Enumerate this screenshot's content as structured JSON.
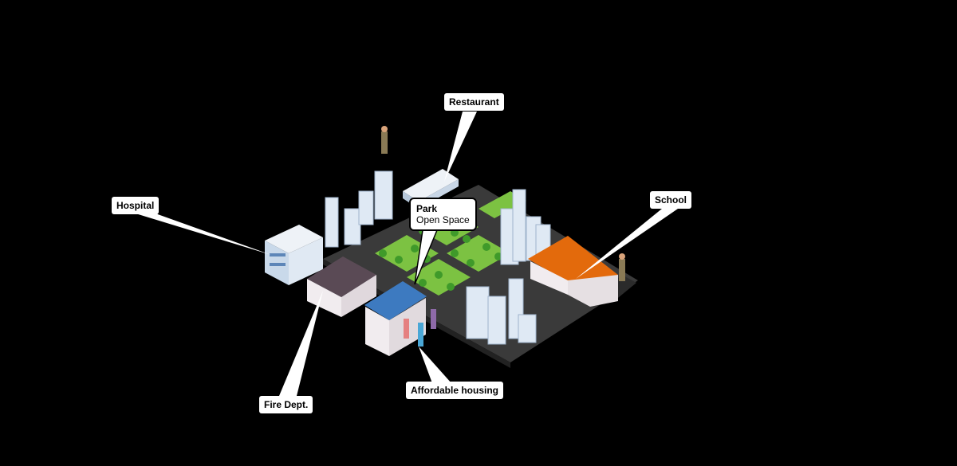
{
  "labels": {
    "restaurant": "Restaurant",
    "hospital": "Hospital",
    "park_title": "Park",
    "park_sub": "Open Space",
    "school": "School",
    "fire_dept": "Fire Dept.",
    "affordable_housing": "Affordable housing"
  },
  "colors": {
    "background": "#000000",
    "road": "#4a4a4a",
    "grass": "#7cc242",
    "tree": "#3f9a2a",
    "building": "#dfe9f4",
    "school_roof": "#e36a0c",
    "house_roof_blue": "#3d7ac0",
    "house_roof_dark": "#5a4a55"
  }
}
